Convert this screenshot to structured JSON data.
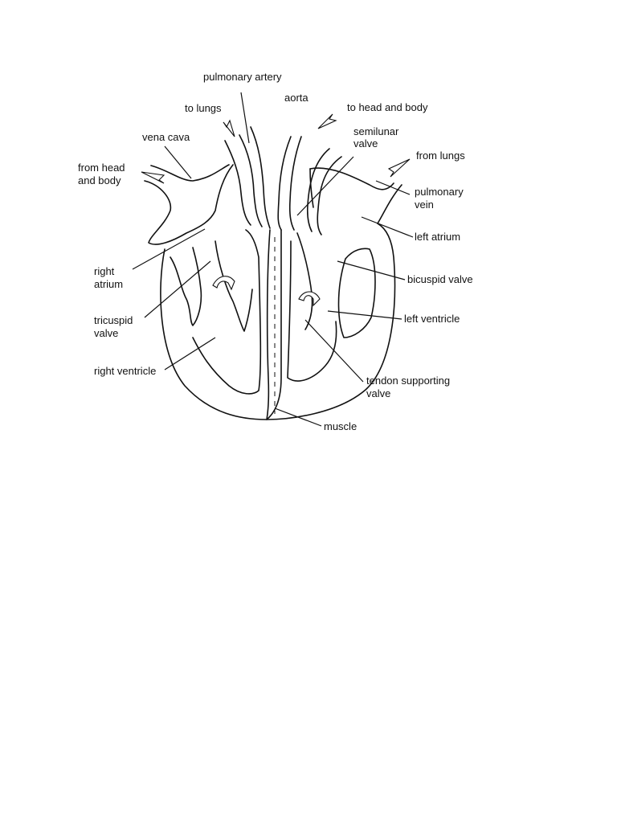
{
  "labels": {
    "pulmonary_artery": "pulmonary artery",
    "to_lungs": "to lungs",
    "aorta": "aorta",
    "to_head_and_body": "to head and body",
    "vena_cava": "vena cava",
    "semilunar_valve_1": "semilunar",
    "semilunar_valve_2": "valve",
    "from_head_1": "from head",
    "from_head_2": "and body",
    "from_lungs": "from lungs",
    "pulmonary_vein_1": "pulmonary",
    "pulmonary_vein_2": "vein",
    "left_atrium": "left atrium",
    "right_atrium_1": "right",
    "right_atrium_2": "atrium",
    "bicuspid_valve": "bicuspid valve",
    "tricuspid_valve_1": "tricuspid",
    "tricuspid_valve_2": "valve",
    "left_ventricle": "left ventricle",
    "right_ventricle": "right ventricle",
    "tendon_1": "tendon supporting",
    "tendon_2": "valve",
    "muscle": "muscle"
  }
}
